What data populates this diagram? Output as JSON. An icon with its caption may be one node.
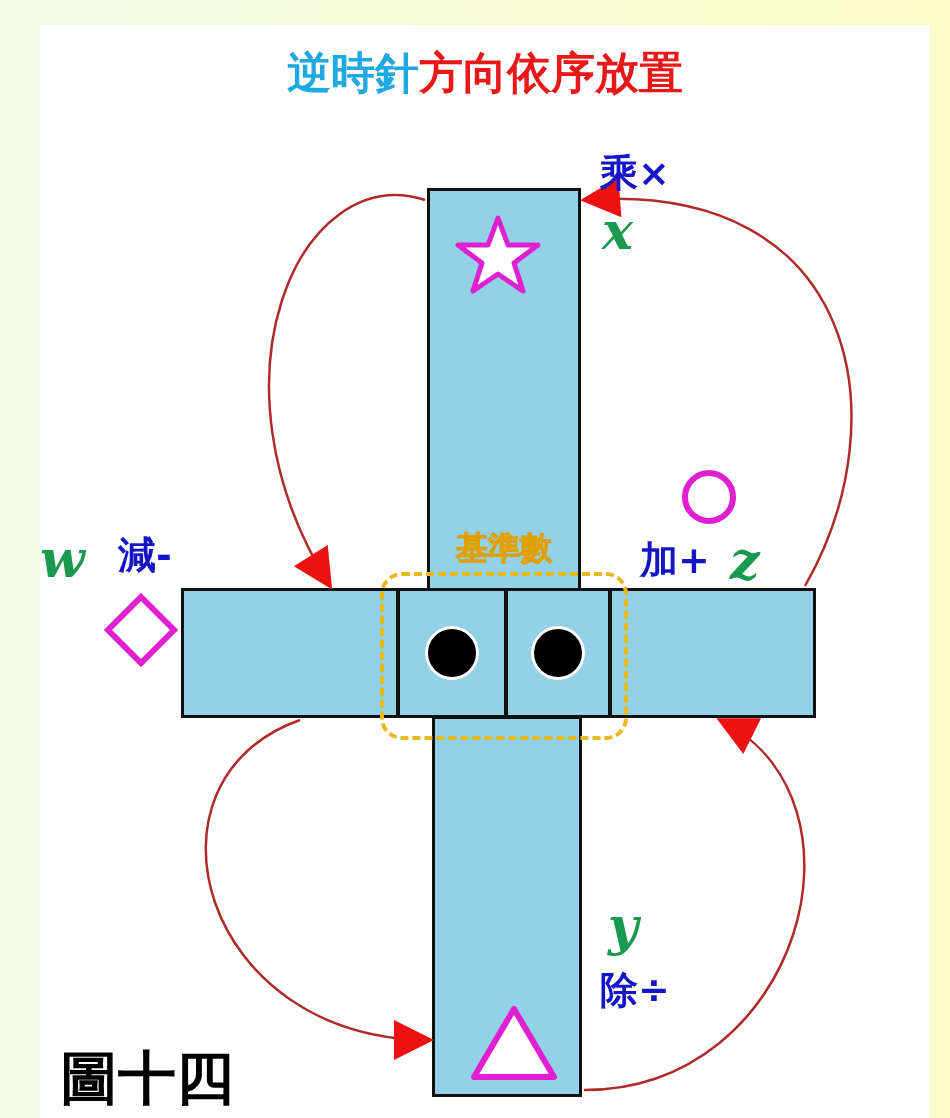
{
  "diagram": {
    "title": "逆時針方向依序放置",
    "caption": "圖十四",
    "nodes": [
      {
        "text": [],
        "shape": "bar",
        "beside": [
          "乘×",
          "x"
        ]
      },
      {
        "text": [],
        "shape": "bar",
        "beside": [
          "w",
          "減-"
        ]
      },
      {
        "text": [
          "基準數"
        ]
      },
      {
        "text": [],
        "shape": "box",
        "in": 2
      },
      {
        "text": [],
        "shape": "box",
        "in": 2
      },
      {
        "text": [],
        "shape": "bar",
        "beside": [
          "加+",
          "z"
        ]
      },
      {
        "text": [],
        "shape": "bar",
        "beside": [
          "y",
          "除÷"
        ]
      }
    ],
    "edges": [
      {
        "from": 5,
        "to": 0,
        "arrow": "to"
      },
      {
        "from": 0,
        "to": 1,
        "arrow": "to"
      },
      {
        "from": 1,
        "to": 6,
        "arrow": "to"
      },
      {
        "from": 6,
        "to": 5,
        "arrow": "to"
      }
    ]
  }
}
